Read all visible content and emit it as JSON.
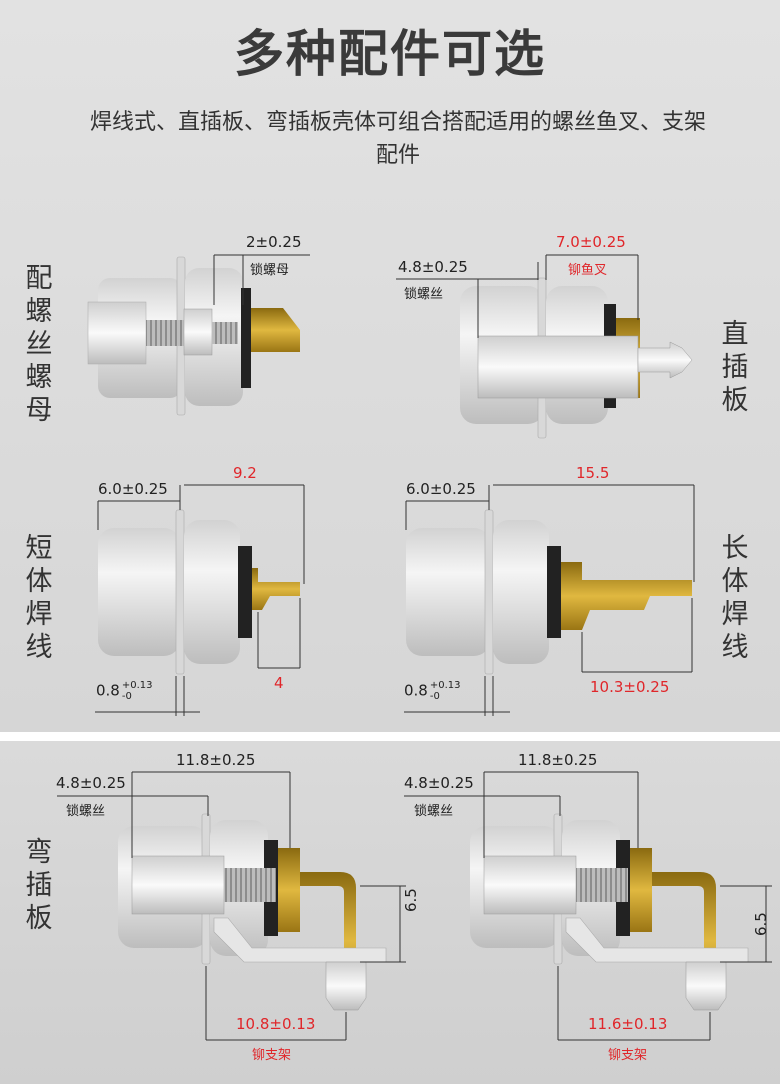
{
  "header": {
    "title": "多种配件可选",
    "subtitle": "焊线式、直插板、弯插板壳体可组合搭配适用的螺丝鱼叉、支架配件"
  },
  "figures": {
    "nut": {
      "label": "配螺丝螺母",
      "dim": "2±0.25",
      "note": "锁螺母"
    },
    "straight": {
      "label": "直插板",
      "dim_left": "4.8±0.25",
      "note_left": "锁螺丝",
      "dim_right": "7.0±0.25",
      "note_right": "铆鱼叉"
    },
    "short": {
      "label": "短体焊线",
      "dim_top_left": "6.0±0.25",
      "dim_top_right": "9.2",
      "dim_pin": "4",
      "thk_base": "0.8",
      "thk_plus": "+0.13",
      "thk_minus": "-0"
    },
    "long": {
      "label": "长体焊线",
      "dim_top_left": "6.0±0.25",
      "dim_top_right": "15.5",
      "dim_pin": "10.3±0.25",
      "thk_base": "0.8",
      "thk_plus": "+0.13",
      "thk_minus": "-0"
    },
    "bent": {
      "label": "弯插板"
    },
    "bent_a": {
      "dim_left": "4.8±0.25",
      "note_left": "锁螺丝",
      "dim_top": "11.8±0.25",
      "dim_side": "6.5",
      "dim_bottom": "10.8±0.13",
      "note_bottom": "铆支架"
    },
    "bent_b": {
      "dim_left": "4.8±0.25",
      "note_left": "锁螺丝",
      "dim_top": "11.8±0.25",
      "dim_side": "6.5",
      "dim_bottom": "11.6±0.13",
      "note_bottom": "铆支架"
    }
  },
  "colors": {
    "accent_red": "#e0262a",
    "brass": "#c99a1c",
    "housing": "#e8e8e8",
    "panel": "#dcdcdc"
  }
}
